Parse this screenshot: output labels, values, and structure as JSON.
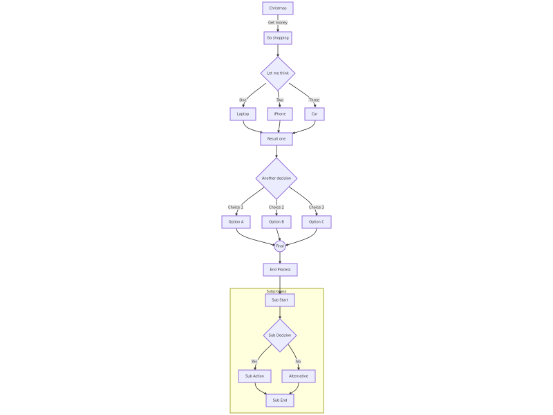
{
  "nodes": {
    "christmas": "Christmas",
    "go_shopping": "Go shopping",
    "let_me_think": "Let me think",
    "laptop": "Laptop",
    "iphone": "iPhone",
    "car": "Car",
    "result_one": "Result one",
    "another_decision": "Another decision",
    "option_a": "Option A",
    "option_b": "Option B",
    "option_c": "Option C",
    "final": "Final",
    "end_process": "End Process",
    "sub_start": "Sub Start",
    "sub_decision": "Sub Decision",
    "sub_action": "Sub Action",
    "alternative": "Alternative",
    "sub_end": "Sub End"
  },
  "edges": {
    "get_money": "Get money",
    "one": "One",
    "two": "Two",
    "three": "Three",
    "choice_1": "Choice 1",
    "choice_2": "Choice 2",
    "choice_3": "Choice 3",
    "yes": "Yes",
    "no": "No"
  },
  "subgraph": {
    "title": "Subprocess"
  },
  "colors": {
    "node_fill": "#ececff",
    "node_stroke": "#9370db",
    "cluster_fill": "#ffffde",
    "cluster_stroke": "#aaaa33",
    "edge": "#333333",
    "edge_label_bg": "#e8e8e8"
  }
}
